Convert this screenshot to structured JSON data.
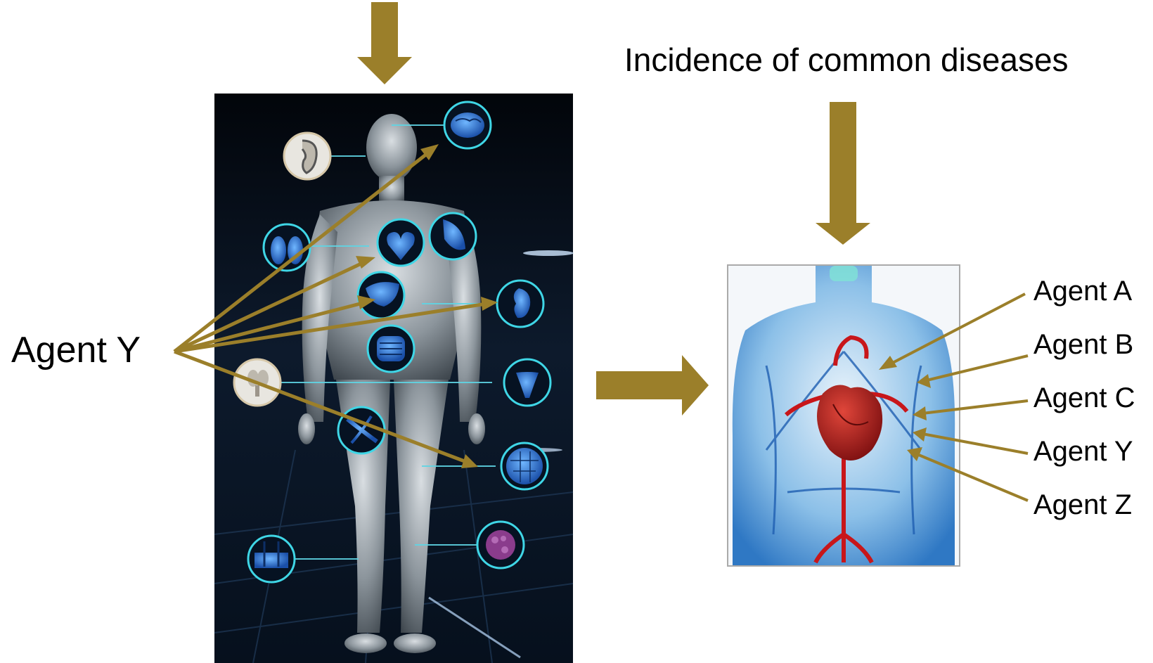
{
  "title": "Incidence of common diseases",
  "left_agent_label": "Agent Y",
  "right_agent_labels": [
    "Agent A",
    "Agent B",
    "Agent C",
    "Agent Y",
    "Agent Z"
  ],
  "colors": {
    "arrow": "#9b7f2a",
    "panel_dark": "#0b1422",
    "organ_ring": "#3fd6e6",
    "organ_fill": "#2a74d6",
    "chest_blue": "#3f8fd2",
    "heart_red": "#c8161a"
  },
  "body_map_organ_icons": [
    "brain-icon",
    "ear-icon",
    "lungs-icon",
    "heart-icon",
    "muscle-icon",
    "liver-icon",
    "kidney-icon",
    "intestine-icon",
    "reproductive-male-icon",
    "uterus-icon",
    "blood-vessel-icon",
    "skin-cells-icon",
    "hair-follicle-icon",
    "tumor-cell-icon"
  ]
}
